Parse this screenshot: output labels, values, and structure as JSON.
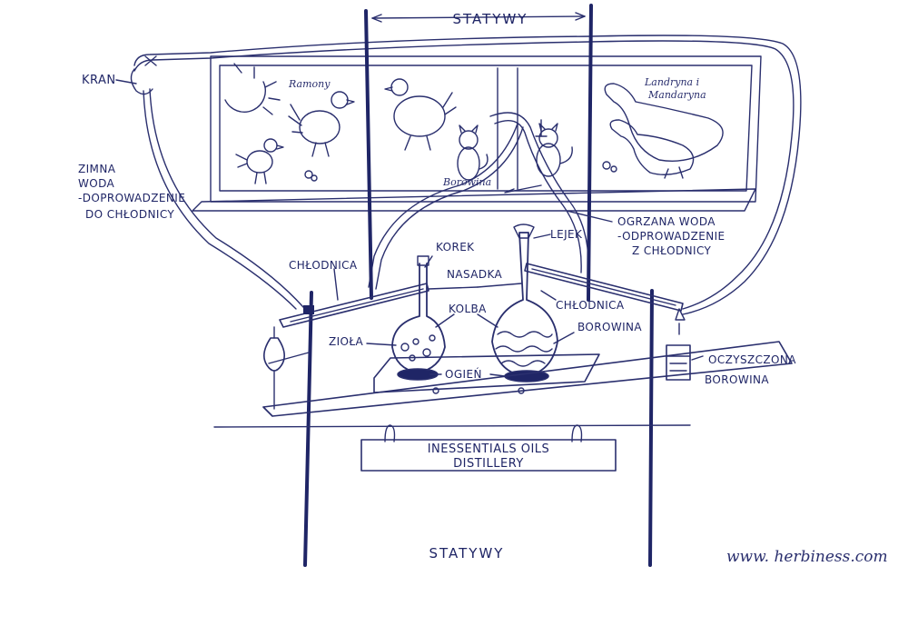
{
  "labels": {
    "statywy_top": "STATYWY",
    "statywy_bottom": "STATYWY",
    "kran": "KRAN",
    "zimna_woda": [
      "ZIMNA",
      "WODA",
      "-DOPROWADZENIE",
      "DO CHŁODNICY"
    ],
    "ogrzana_woda": [
      "OGRZANA WODA",
      "-ODPROWADZENIE",
      "Z CHŁODNICY"
    ],
    "chlodnica_left": "CHŁODNICA",
    "chlodnica_right": "CHŁODNICA",
    "korek": "KOREK",
    "lejek": "LEJEK",
    "nasadka": "NASADKA",
    "kolba": "KOLBA",
    "borowina": "BOROWINA",
    "ziola": "ZIOŁA",
    "ogien": "OGIEŃ",
    "oczyszczona_borowina": [
      "OCZYSZCZONA",
      "BOROWINA"
    ]
  },
  "picture_labels": {
    "ramony": "Ramony",
    "landryna": [
      "Landryna i",
      "Mandaryna"
    ],
    "borowina_cat": "Borowina"
  },
  "sign": [
    "INESSENTIALS OILS",
    "DISTILLERY"
  ],
  "website": "www. herbiness.com",
  "colors": {
    "ink": "#2a2f6e",
    "ink_dark": "#1f2566",
    "paper": "#ffffff"
  }
}
